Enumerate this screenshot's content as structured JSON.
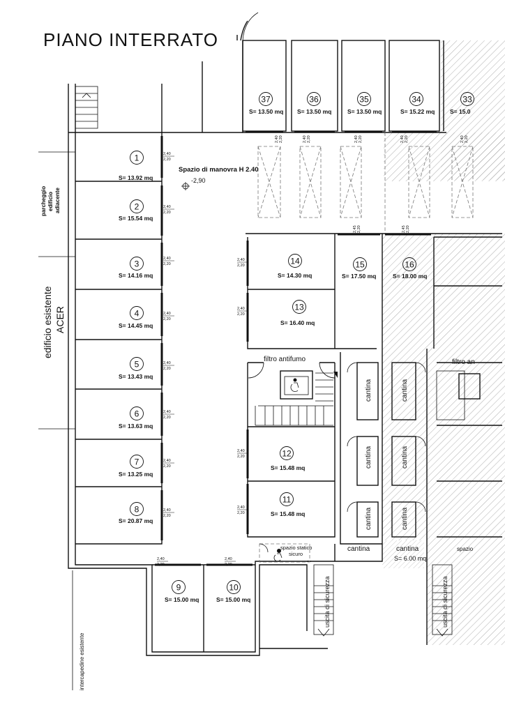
{
  "title": "PIANO  INTERRATO",
  "labels": {
    "manovra": "Spazio di manovra H 2.40",
    "level": "-2,90",
    "parcheggio": [
      "parcheggio",
      "edificio",
      "adiacente"
    ],
    "edificio": [
      "edificio esistente",
      "ACER"
    ],
    "filtro": "filtro antifumo",
    "filtro_right": "filtro an",
    "spazio_statico": [
      "spazio statico",
      "sicuro"
    ],
    "uscita": "uscita di sicurezza",
    "intercapedine": "intercapedine esistente",
    "cantina": "cantina",
    "cantina_area": "S= 6.00 mq",
    "height_top": "2,40",
    "height_bottom": "2,20",
    "h_alt_top": "2,45",
    "h_alt_bottom": "2,20"
  },
  "garages": [
    {
      "num": "1",
      "area": "S= 13.92 mq"
    },
    {
      "num": "2",
      "area": "S= 15.54 mq"
    },
    {
      "num": "3",
      "area": "S= 14.16 mq"
    },
    {
      "num": "4",
      "area": "S= 14.45 mq"
    },
    {
      "num": "5",
      "area": "S= 13.43 mq"
    },
    {
      "num": "6",
      "area": "S= 13.63 mq"
    },
    {
      "num": "7",
      "area": "S= 13.25 mq"
    },
    {
      "num": "8",
      "area": "S= 20.87 mq"
    },
    {
      "num": "9",
      "area": "S= 15.00 mq"
    },
    {
      "num": "10",
      "area": "S= 15.00 mq"
    },
    {
      "num": "11",
      "area": "S= 15.48 mq"
    },
    {
      "num": "12",
      "area": "S= 15.48 mq"
    },
    {
      "num": "13",
      "area": "S= 16.40 mq"
    },
    {
      "num": "14",
      "area": "S= 14.30 mq"
    },
    {
      "num": "15",
      "area": "S= 17.50 mq"
    },
    {
      "num": "16",
      "area": "S= 18.00 mq"
    },
    {
      "num": "37",
      "area": "S= 13.50 mq"
    },
    {
      "num": "36",
      "area": "S= 13.50 mq"
    },
    {
      "num": "35",
      "area": "S= 13.50 mq"
    },
    {
      "num": "34",
      "area": "S= 15.22 mq"
    },
    {
      "num": "33",
      "area": "S= 15.0"
    }
  ]
}
